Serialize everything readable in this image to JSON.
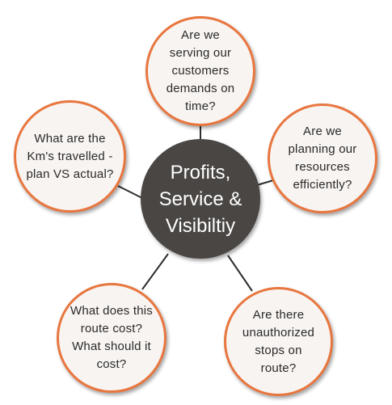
{
  "center": {
    "label": "Profits,\nService &\nVisibiltiy"
  },
  "nodes": {
    "top": "Are we\nserving our\ncustomers\ndemands on\ntime?",
    "right": "Are we\nplanning our\nresources\nefficiently?",
    "bottom_right": "Are there\nunauthorized\nstops on\nroute?",
    "bottom_left": "What does this\nroute cost?\nWhat should it\ncost?",
    "left": "What are the\nKm's  travelled -\nplan VS actual?"
  },
  "colors": {
    "center_fill": "#4a4644",
    "node_fill": "#f8f4f1",
    "node_border": "#e8763f",
    "connector": "#2e2e2e"
  }
}
